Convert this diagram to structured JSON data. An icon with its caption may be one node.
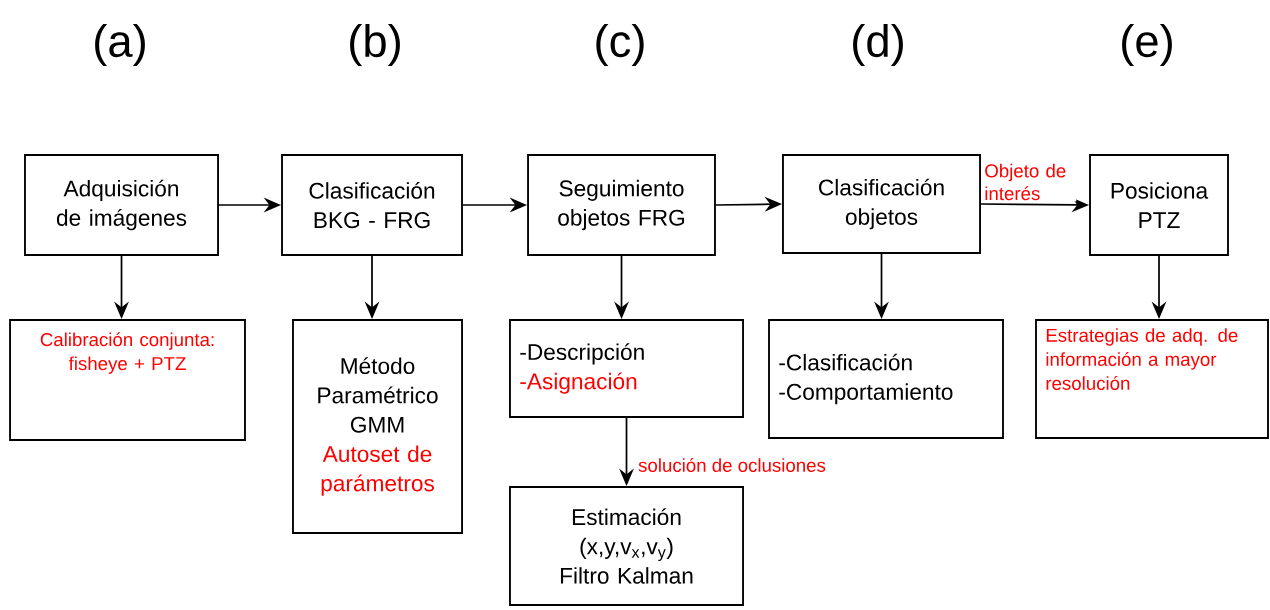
{
  "diagram": {
    "nodes": [
      {
        "text": [
          "Adquisición de imágenes"
        ]
      },
      {
        "text": [
          "Clasificación BKG - FRG"
        ]
      },
      {
        "text": [
          "Seguimiento objetos FRG"
        ]
      },
      {
        "text": [
          "Clasificación objetos"
        ]
      },
      {
        "text": [
          "Posiciona PTZ"
        ]
      },
      {
        "text": [
          "Calibración conjunta: fisheye +  PTZ"
        ]
      },
      {
        "text": [
          "Método Paramétrico GMM",
          "Autoset de parámetros"
        ]
      },
      {
        "text": [
          "-Descripción",
          "-Asignación"
        ]
      },
      {
        "text": [
          "Estimación",
          "(x,y,v$_{x}$,v$_{y}$)",
          "Filtro Kalman"
        ]
      },
      {
        "text": [
          "-Clasificación",
          "-Comportamiento"
        ]
      },
      {
        "text": [
          "Estrategias de adq. de información a mayor resolución"
        ]
      }
    ],
    "edges": [
      {
        "from": 0,
        "to": 1,
        "arrow": "to"
      },
      {
        "from": 1,
        "to": 2,
        "arrow": "to"
      },
      {
        "from": 2,
        "to": 3,
        "arrow": "to"
      },
      {
        "from": 3,
        "to": 4,
        "arrow": "to",
        "label": "Objeto de interés"
      },
      {
        "from": 0,
        "to": 5,
        "arrow": "to"
      },
      {
        "from": 1,
        "to": 6,
        "arrow": "to"
      },
      {
        "from": 2,
        "to": 7,
        "arrow": "to"
      },
      {
        "from": 7,
        "to": 8,
        "arrow": "to",
        "label": "solución de oclusiones"
      },
      {
        "from": 3,
        "to": 9,
        "arrow": "to"
      },
      {
        "from": 4,
        "to": 10,
        "arrow": "to"
      }
    ],
    "labels": [
      "(a)",
      "(b)",
      "(c)",
      "(d)",
      "(e)"
    ]
  }
}
